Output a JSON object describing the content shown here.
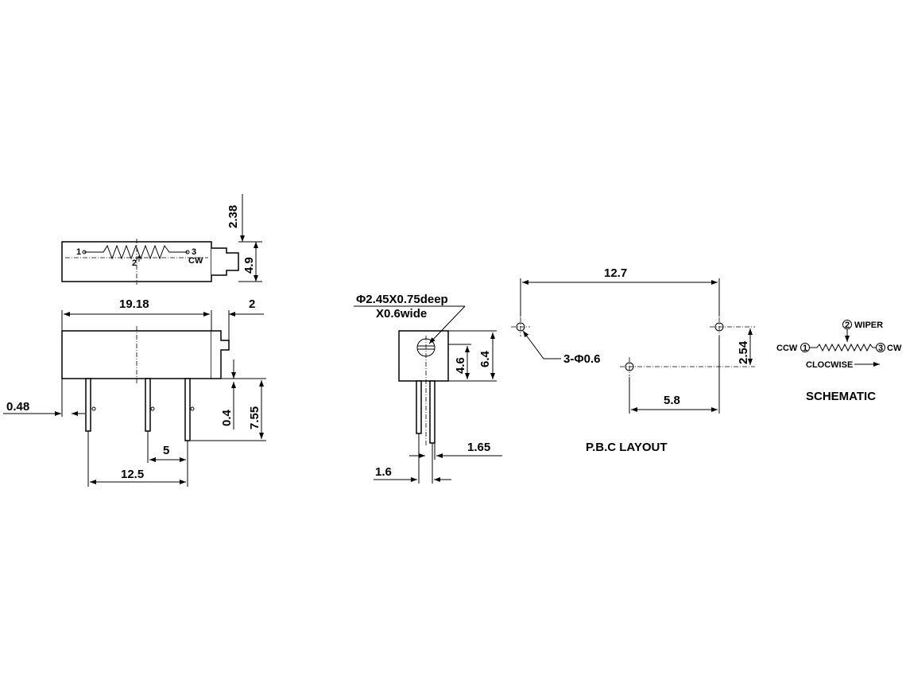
{
  "views": {
    "top": {
      "dim_height": "2.38",
      "dim_total_height": "4.9",
      "pin1_label": "1",
      "pin2_label": "2",
      "pin3_label": "3",
      "cw_label": "CW"
    },
    "front": {
      "dim_length": "19.18",
      "dim_adjuster": "2",
      "dim_pin_width": "0.48",
      "dim_standoff": "0.4",
      "dim_pin_length": "7.55",
      "dim_pin_spacing": "5",
      "dim_pin_span": "12.5"
    },
    "side": {
      "slot_note_line1": "Φ2.45X0.75deep",
      "slot_note_line2": "X0.6wide",
      "dim_height_inner": "4.6",
      "dim_height_outer": "6.4",
      "dim_pin_offset": "1.65",
      "dim_width": "1.6"
    },
    "pcb_layout": {
      "title": "P.B.C LAYOUT",
      "dim_span": "12.7",
      "dim_offset": "2.54",
      "dim_shift": "5.8",
      "hole_note": "3-Φ0.6"
    },
    "schematic": {
      "title": "SCHEMATIC",
      "wiper_label": "WIPER",
      "wiper_pin": "2",
      "ccw_label": "CCW",
      "ccw_pin": "1",
      "cw_label": "CW",
      "cw_pin": "3",
      "direction_label": "CLOCWISE"
    }
  }
}
